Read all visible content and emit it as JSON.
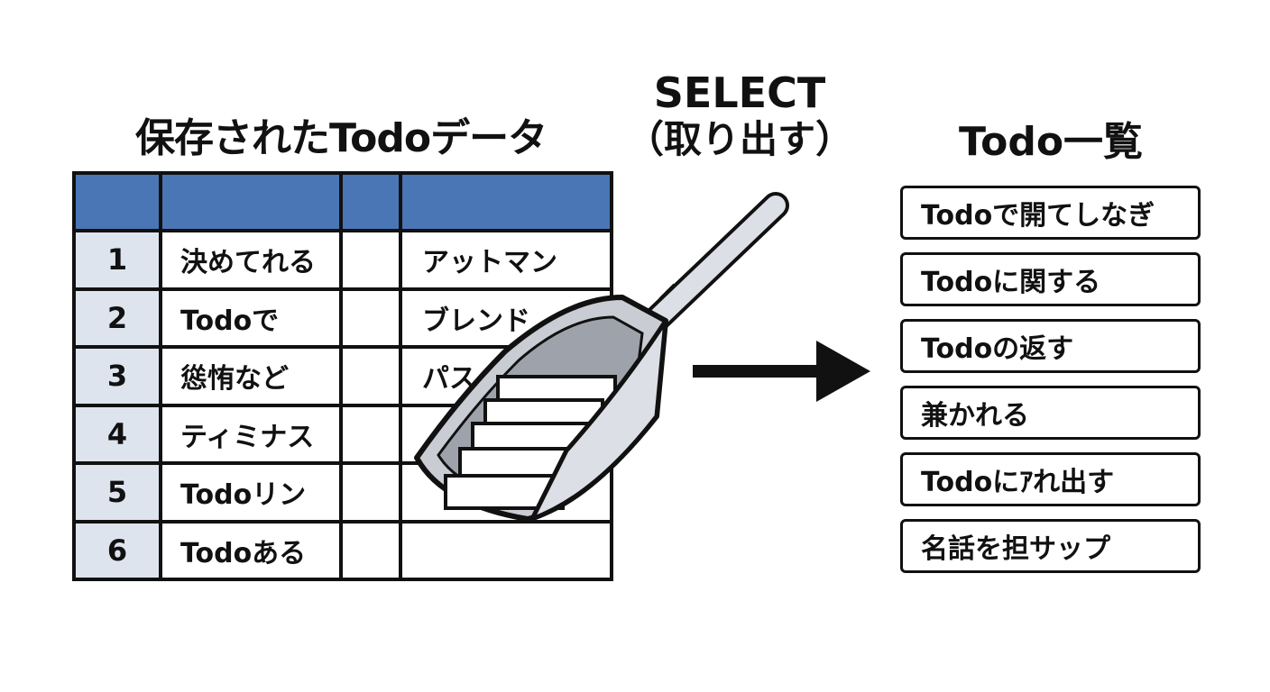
{
  "table": {
    "title": "保存されたTodoデータ",
    "rows": [
      {
        "num": "1",
        "col1": "決めてれる",
        "col3": "アットマン"
      },
      {
        "num": "2",
        "col1": "Todoで",
        "col3": "ブレンド"
      },
      {
        "num": "3",
        "col1": "慫㤢など",
        "col3": "パス"
      },
      {
        "num": "4",
        "col1": "ティミナス",
        "col3": ""
      },
      {
        "num": "5",
        "col1": "Todoリン",
        "col3": ""
      },
      {
        "num": "6",
        "col1": "Todoある",
        "col3": ""
      }
    ]
  },
  "action": {
    "title": "SELECT",
    "subtitle": "（取り出す）"
  },
  "result": {
    "title": "Todo一覧",
    "items": [
      "Todoで開てしなぎ",
      "Todoに関する",
      "Todoの返す",
      "兼かれる",
      "Todoにｱれ出す",
      "名話を担サップ"
    ]
  },
  "colors": {
    "header_blue": "#4a76b5",
    "number_column": "#dde4ee",
    "ink": "#111111",
    "scoop_metal": "#c9ccd3"
  },
  "icons": [
    "scoop-icon",
    "arrow-right-icon"
  ]
}
